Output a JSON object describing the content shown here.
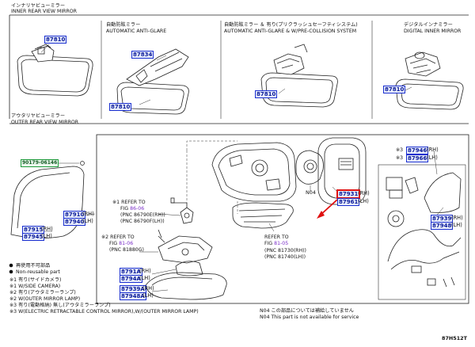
{
  "inner": {
    "title_jp": "インナリヤビューミラー",
    "title_en": "INNER REAR VIEW MIRROR",
    "col1_jp": "自動防眩ミラー",
    "col1_en": "AUTOMATIC ANTI-GLARE",
    "col2_jp": "自動防眩ミラー ＆ 有り(プリクラッシュセーフティシステム)",
    "col2_en": "AUTOMATIC ANTI-GLARE & W/PRE-COLLISION SYSTEM",
    "col3_jp": "デジタルインナミラー",
    "col3_en": "DIGITAL INNER MIRROR",
    "p_87810_a": "87810",
    "p_87834": "87834",
    "p_87810_b": "87810",
    "p_87810_c": "87810",
    "p_87810_d": "87810"
  },
  "outer": {
    "title_jp": "アウタリヤビューミラー",
    "title_en": "OUTER REAR VIEW MIRROR",
    "p_90179": "90179-06146",
    "p_87910": "87910",
    "p_87940": "87940",
    "p_87915": "87915",
    "p_87945": "87945",
    "ref1_a": "※1 REFER TO",
    "ref1_b": "FIG",
    "ref1_fig": "86-06",
    "ref1_c": "(PNC 86790E(RH))",
    "ref1_d": "(PNC 86790F(LH))",
    "ref2_a": "※2 REFER TO",
    "ref2_b": "FIG",
    "ref2_fig": "81-06",
    "ref2_c": "(PNC 81880G)",
    "p_8791A": "8791A",
    "p_8794A": "8794A",
    "p_87939A": "87939A",
    "p_87948A": "87948A",
    "ref3_a": "REFER TO",
    "ref3_b": "FIG",
    "ref3_fig": "81-05",
    "ref3_c": "(PNC 81730(RH))",
    "ref3_d": "(PNC 81740(LH))",
    "n04": "N04",
    "p_87931": "87931",
    "p_87961": "87961",
    "rh": "(RH)",
    "lh": "(LH)",
    "mark3": "※3",
    "p_87946": "87946",
    "p_87966": "87966",
    "p_87939": "87939",
    "p_87948": "87948"
  },
  "legend": {
    "nonreuse_jp": "再使用不可部品",
    "nonreuse_en": "Non-reusable part",
    "n1_jp": "※1 有り(サイドカメラ)",
    "n1_en": "※1 W/SIDE CAMERA)",
    "n2_jp": "※2 有り(アウタミラーランプ)",
    "n2_en": "※2 W(OUTER MIRROR LAMP)",
    "n3_jp": "※3 有り(電動格納) 無し(アウタミラーランプ)",
    "n3_en": "※3 W(ELECTRIC RETRACTABLE CONTROL MIRROR),W/(OUTER MIRROR LAMP)",
    "n04_jp": "N04 この部品については補給していません",
    "n04_en": "N04 This part is not available for service",
    "code": "87H512T"
  }
}
